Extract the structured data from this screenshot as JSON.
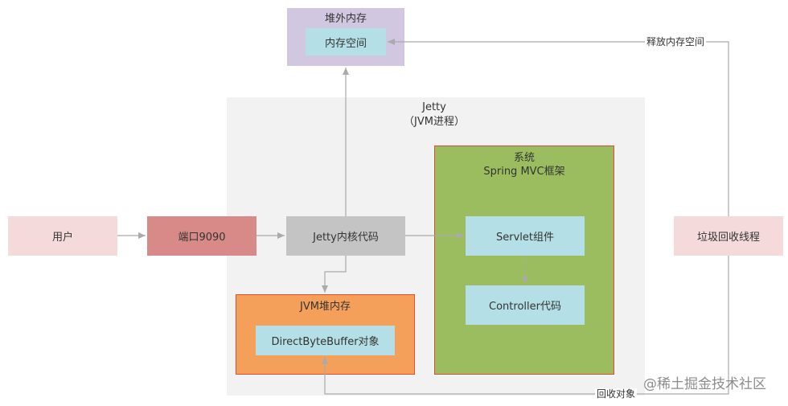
{
  "nodes": {
    "offheap_title": "堆外内存",
    "offheap_space": "内存空间",
    "jetty_title": "Jetty",
    "jetty_subtitle": "（JVM进程）",
    "system_title": "系统",
    "system_subtitle": "Spring MVC框架",
    "user": "用户",
    "port": "端口9090",
    "jetty_core": "Jetty内核代码",
    "servlet": "Servlet组件",
    "controller": "Controller代码",
    "jvm_heap_title": "JVM堆内存",
    "directbytebuffer": "DirectByteBuffer对象",
    "gc_thread": "垃圾回收线程"
  },
  "edges": {
    "release_memory_label": "释放内存空间",
    "recycle_object_label": "回收对象"
  },
  "watermark": "@稀土掘金技术社区",
  "colors": {
    "offheap_bg": "#d2c7e0",
    "cyan_box": "#b5dfe6",
    "jetty_region": "#f2f2f2",
    "system_bg": "#9bbd5f",
    "system_border": "#d94a3a",
    "pink_box": "#f5dadb",
    "port_bg": "#d88a88",
    "jetty_core_bg": "#c4c4c4",
    "heap_bg": "#f5a05a",
    "heap_border": "#e0502c",
    "arrow": "#aaaaaa"
  }
}
